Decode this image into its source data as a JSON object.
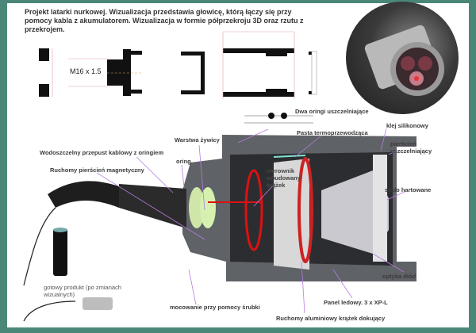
{
  "title": "Projekt latarki nurkowej. Wizualizacja przedstawia głowicę, którą łączy się przy pomocy kabla z akumulatorem. Wizualizacja w formie półprzekroju 3D oraz rzutu z przekrojem.",
  "drawing": {
    "thread_label": "M16 x 1.5"
  },
  "labels": {
    "two_orings": "Dwa oringi uszczelniające",
    "thermal_paste": "Pasta termoprzewodząca",
    "silicone_glue": "klej silikonowy",
    "sealing_ring": "pierścień uszczelniający",
    "resin_layer": "Warstwa żywicy",
    "cable_gland": "Wodoszczelny przepust kablowy z oringiem",
    "oring": "oring",
    "magnetic_ring": "Ruchomy pierścień magnetyczny",
    "driver": "sterownik wbudowany krążek",
    "tempered_glass": "szkło hartowane",
    "diode_optics": "optyka diód",
    "finished_product": "gotowy produkt (po zmianach wizualnych)",
    "screw_mount": "mocowanie przy pomocy śrubki",
    "led_panel": "Panel ledowy. 3 x XP-L",
    "docking_disc": "Ruchomy aluminiowy krążek dokujący"
  },
  "colors": {
    "frame": "#4b8779",
    "leader": "#b57de0"
  }
}
